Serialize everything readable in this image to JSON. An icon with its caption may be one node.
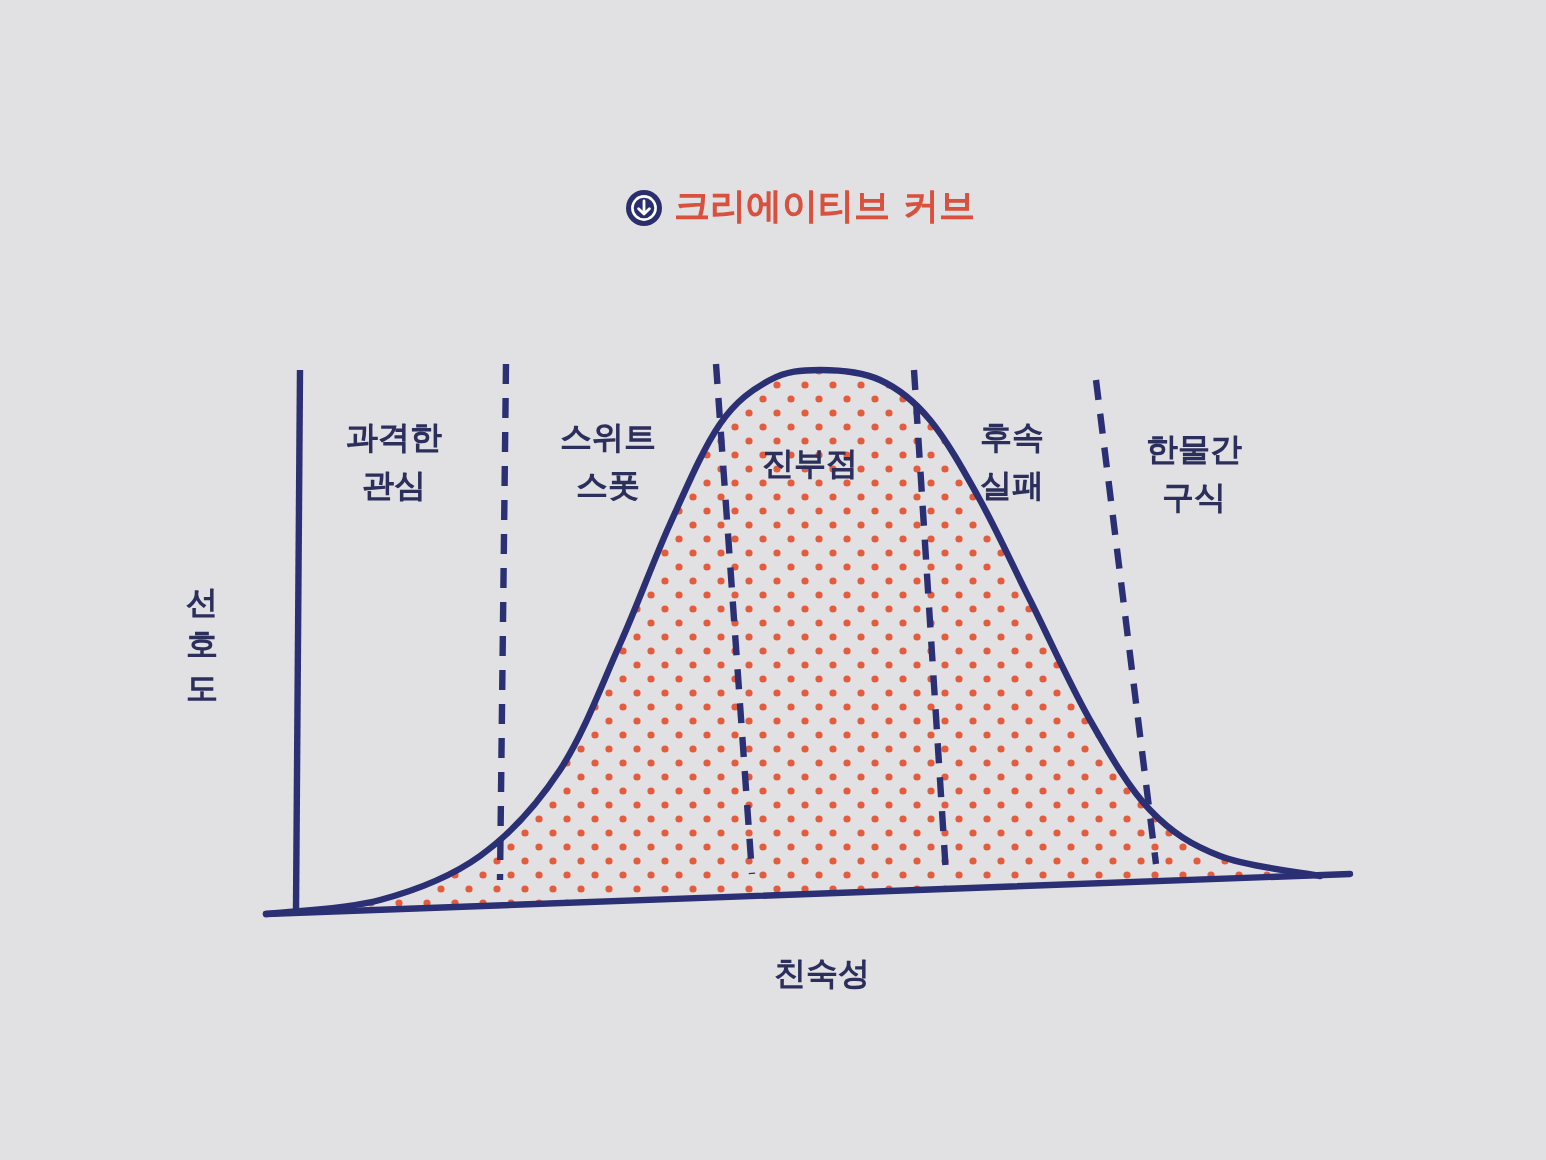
{
  "diagram": {
    "title": "크리에이티브 커브",
    "labels": [
      "과격한 관심",
      "스위트 스폿",
      "진부점",
      "후속 실패",
      "한물간 구식",
      "선호도",
      "친숙성"
    ]
  }
}
